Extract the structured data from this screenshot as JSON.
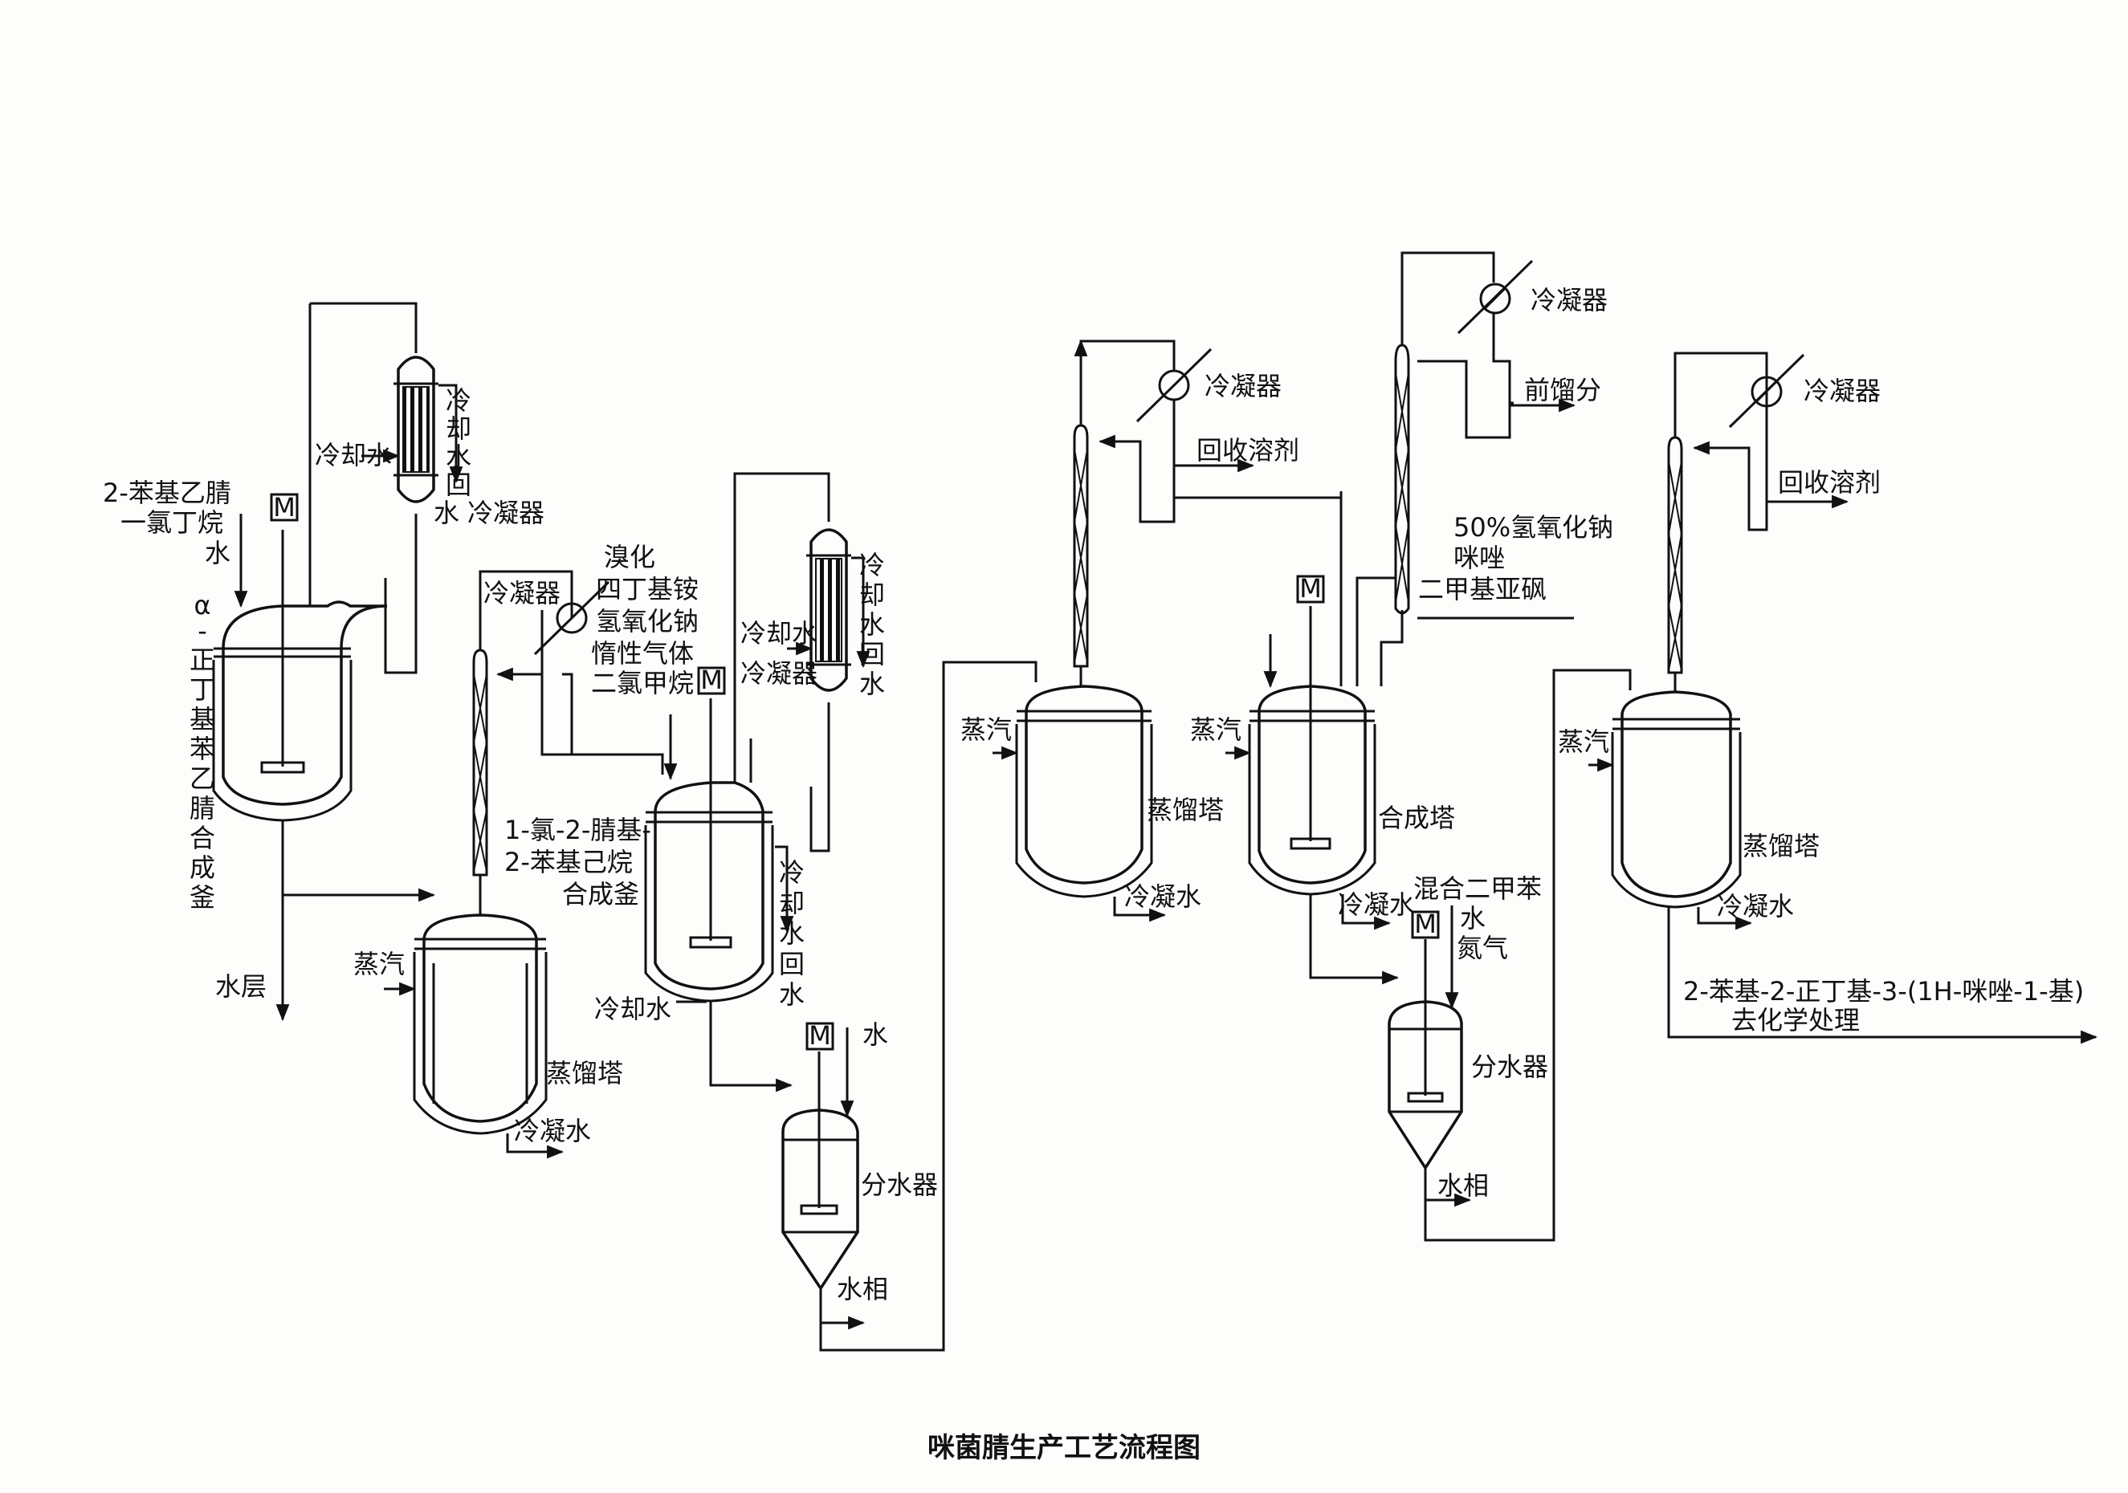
{
  "caption": "咪菌腈生产工艺流程图",
  "motor_symbol": "M",
  "feeds1": {
    "line1": "2-苯基乙腈",
    "line2": "一氯丁烷",
    "line3": "水"
  },
  "r1_name": [
    "α",
    "-",
    "正",
    "丁",
    "基",
    "苯",
    "乙",
    "腈",
    "合",
    "成",
    "釜"
  ],
  "r1_bottom": "水层",
  "hx1": {
    "cooling_in": "冷却水",
    "return_vertical": [
      "冷",
      "却",
      "水",
      "回"
    ],
    "return_last": "水",
    "condenser": "冷凝器"
  },
  "col1": {
    "condenser": "冷凝器",
    "steam": "蒸汽",
    "name": "蒸馏塔",
    "condensate": "冷凝水"
  },
  "feeds2": {
    "line1": "溴化",
    "line2": "四丁基铵",
    "line3": "氢氧化钠",
    "line4": "惰性气体",
    "line5": "二氯甲烷"
  },
  "r2_name": {
    "line1": "1-氯-2-腈基-",
    "line2": "2-苯基己烷",
    "line3": "合成釜"
  },
  "r2_jacket": {
    "cooling_in": "冷却水",
    "return_vertical": [
      "冷",
      "却",
      "水",
      "回",
      "水"
    ]
  },
  "hx2": {
    "cooling_in": "冷却水",
    "condenser": "冷凝器",
    "return_vertical": [
      "冷",
      "却",
      "水",
      "回",
      "水"
    ]
  },
  "sep1": {
    "water_in": "水",
    "name": "分水器",
    "aqueous": "水相"
  },
  "col2": {
    "condenser": "冷凝器",
    "solvent_recovery": "回收溶剂",
    "steam": "蒸汽",
    "name": "蒸馏塔",
    "condensate": "冷凝水"
  },
  "syn_tower": {
    "condenser": "冷凝器",
    "fore_fraction": "前馏分",
    "feed1": "50%氢氧化钠",
    "feed2": "咪唑",
    "feed3": "二甲基亚砜",
    "steam": "蒸汽",
    "name": "合成塔",
    "condensate": "冷凝水"
  },
  "sep2": {
    "feed1": "混合二甲苯",
    "feed2": "水",
    "feed3": "氮气",
    "name": "分水器",
    "aqueous": "水相"
  },
  "col3": {
    "condenser": "冷凝器",
    "solvent_recovery": "回收溶剂",
    "steam": "蒸汽",
    "name": "蒸馏塔",
    "condensate": "冷凝水",
    "product_line1": "2-苯基-2-正丁基-3-(1H-咪唑-1-基)",
    "product_line2": "去化学处理"
  }
}
